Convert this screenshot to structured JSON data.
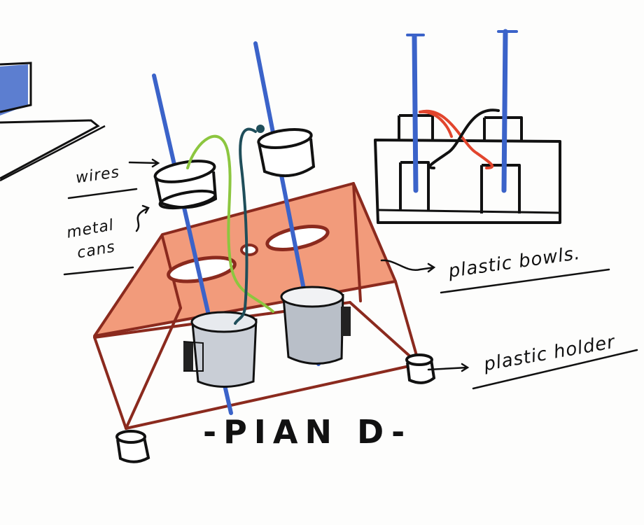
{
  "title": "-PIAN D-",
  "labels": {
    "wires": "wires",
    "metal_cans_line1": "metal",
    "metal_cans_line2": "cans",
    "plastic_bowls": "plastic bowls.",
    "plastic_holder": "plastic holder"
  },
  "colors": {
    "ink": "#111111",
    "rod_blue": "#3b63c9",
    "board_orange": "#f08a64",
    "frame_red": "#8b2a1e",
    "wire_green": "#8cc63f",
    "wire_teal": "#1f4e5a",
    "wire_red": "#e2452d",
    "can_grey": "#c9ced6"
  }
}
